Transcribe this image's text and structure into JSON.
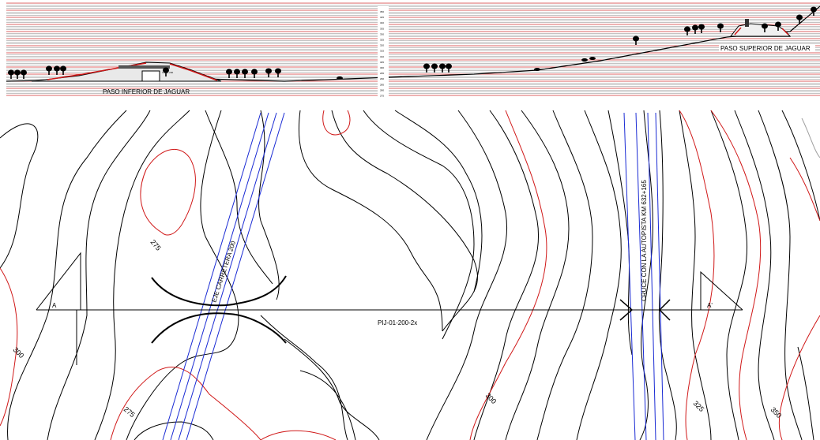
{
  "profile": {
    "left_label": "PASO INFERIOR DE JAGUAR",
    "right_label": "PASO SUPERIOR DE JAGUAR",
    "scale_ticks": [
      "350",
      "345",
      "340",
      "335",
      "330",
      "325",
      "320",
      "315",
      "310",
      "305",
      "300",
      "295",
      "290",
      "285",
      "280",
      "275"
    ]
  },
  "plan": {
    "section_label": "PIJ-01-200-2x",
    "section_start": "A",
    "section_end": "A'",
    "road_label": "EJE CARRETERA 200",
    "highway_label": "CRUCE CON LA AUTOPISTA KM 632+165",
    "contour_labels": [
      "275",
      "300",
      "275",
      "300",
      "325",
      "350"
    ]
  },
  "colors": {
    "index_contour": "#d01818",
    "contour": "#000000",
    "road": "#1a2bd4",
    "profile_grid": "#8a8a8a",
    "profile_grid_red": "#d03030"
  }
}
